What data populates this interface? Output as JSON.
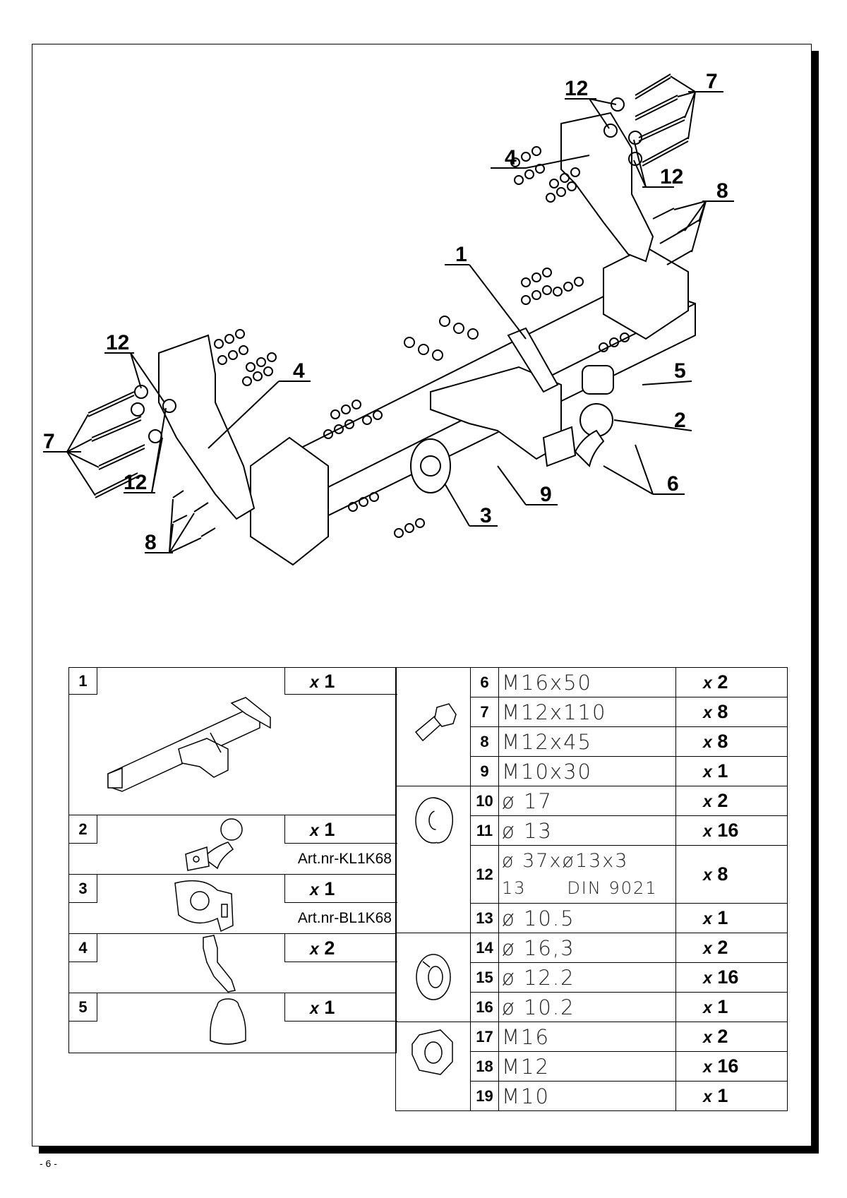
{
  "diagram": {
    "callouts": [
      "12",
      "7",
      "12",
      "8",
      "4",
      "1",
      "12",
      "7",
      "12",
      "8",
      "4",
      "5",
      "2",
      "6",
      "9",
      "3"
    ]
  },
  "parts_left": [
    {
      "num": "1",
      "qty_prefix": "x",
      "qty": "1",
      "art": ""
    },
    {
      "num": "2",
      "qty_prefix": "x",
      "qty": "1",
      "art": "Art.nr-KL1K68"
    },
    {
      "num": "3",
      "qty_prefix": "x",
      "qty": "1",
      "art": "Art.nr-BL1K68"
    },
    {
      "num": "4",
      "qty_prefix": "x",
      "qty": "2",
      "art": ""
    },
    {
      "num": "5",
      "qty_prefix": "x",
      "qty": "1",
      "art": ""
    }
  ],
  "parts_right": [
    {
      "num": "6",
      "spec": "M16x50",
      "qty": "2"
    },
    {
      "num": "7",
      "spec": "M12x110",
      "qty": "8"
    },
    {
      "num": "8",
      "spec": "M12x45",
      "qty": "8"
    },
    {
      "num": "9",
      "spec": "M10x30",
      "qty": "1"
    },
    {
      "num": "10",
      "spec": "ø 17",
      "qty": "2"
    },
    {
      "num": "11",
      "spec": "ø 13",
      "qty": "16"
    },
    {
      "num": "12",
      "spec": "ø 37xø13x3",
      "spec2": "13      DIN 9021",
      "qty": "8"
    },
    {
      "num": "13",
      "spec": "ø 10.5",
      "qty": "1"
    },
    {
      "num": "14",
      "spec": "ø 16,3",
      "qty": "2"
    },
    {
      "num": "15",
      "spec": "ø 12.2",
      "qty": "16"
    },
    {
      "num": "16",
      "spec": "ø 10.2",
      "qty": "1"
    },
    {
      "num": "17",
      "spec": "M16",
      "qty": "2"
    },
    {
      "num": "18",
      "spec": "M12",
      "qty": "16"
    },
    {
      "num": "19",
      "spec": "M10",
      "qty": "1"
    }
  ],
  "qty_prefix": "x",
  "footer": "- 6 -"
}
